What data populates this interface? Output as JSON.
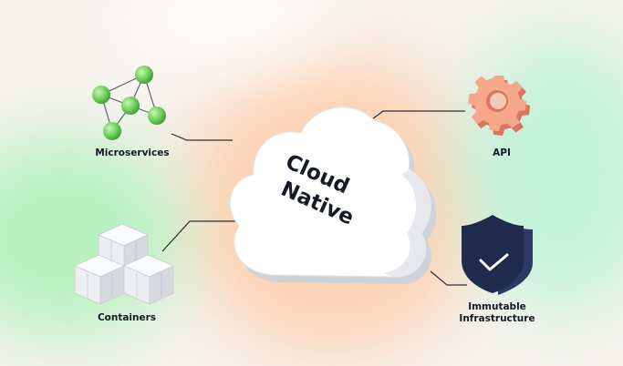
{
  "center": {
    "line1": "Cloud",
    "line2": "Native"
  },
  "nodes": {
    "microservices": {
      "label": "Microservices",
      "icon": "microservices-icon",
      "color": "#7fd86a"
    },
    "api": {
      "label": "API",
      "icon": "gear-icon",
      "color": "#f6a78c"
    },
    "containers": {
      "label": "Containers",
      "icon": "containers-icon",
      "color": "#eef0f2"
    },
    "immutable": {
      "label_line1": "Immutable",
      "label_line2": "Infrastructure",
      "icon": "shield-check-icon",
      "color": "#1f2a4d"
    }
  }
}
